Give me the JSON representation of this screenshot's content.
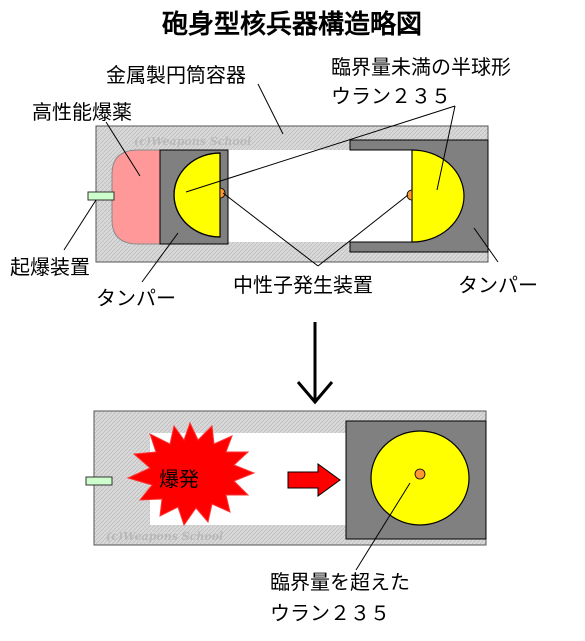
{
  "title": "砲身型核兵器構造略図",
  "labels": {
    "casing": "金属製円筒容器",
    "subcritical_line1": "臨界量未満の半球形",
    "subcritical_line2": "ウラン２３５",
    "explosive": "高性能爆薬",
    "detonator": "起爆装置",
    "tamper_left": "タンパー",
    "initiator": "中性子発生装置",
    "tamper_right": "タンパー",
    "explosion": "爆発",
    "supercritical_line1": "臨界量を超えた",
    "supercritical_line2": "ウラン２３５"
  },
  "watermark": {
    "top": "(c)Weapons School",
    "bottom": "(c)Weapons School"
  },
  "colors": {
    "casing": "#d8d8d8",
    "explosive": "#ff9999",
    "tamper": "#808080",
    "uranium": "#ffff00",
    "initiator": "#ff9933",
    "explosion": "#ff0000",
    "detonator": "#ccffcc"
  },
  "icons": {
    "down_arrow": "down-arrow-icon",
    "right_arrow": "right-arrow-icon"
  }
}
